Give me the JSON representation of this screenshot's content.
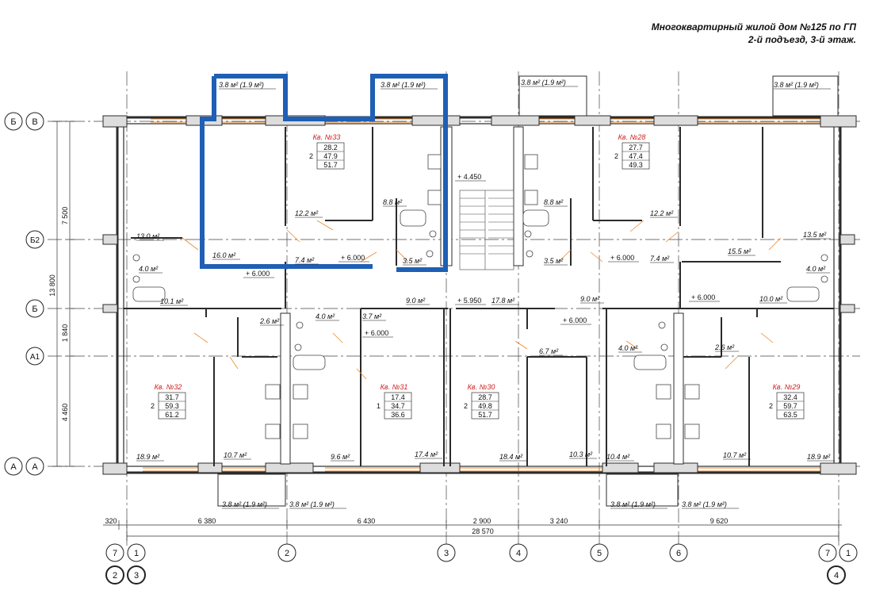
{
  "title": {
    "line1": "Многоквартирный жилой дом №125 по ГП",
    "line2": "2-й подъезд, 3-й этаж."
  },
  "grid_rows": [
    {
      "label": "Б",
      "alt": "В"
    },
    {
      "label": "Б2",
      "alt": ""
    },
    {
      "label": "Б",
      "alt": ""
    },
    {
      "label": "А1",
      "alt": ""
    },
    {
      "label": "А",
      "alt": "А"
    }
  ],
  "row_dims": [
    "7 500",
    "13 800",
    "1 840",
    "4 460"
  ],
  "col_dims": [
    "320",
    "6 380",
    "6 430",
    "2 900",
    "3 240",
    "9 620"
  ],
  "total_dim": "28 570",
  "axes_bottom": [
    {
      "label": "7",
      "sub": "2"
    },
    {
      "label": "1",
      "sub": "3"
    },
    {
      "label": "2",
      "sub": ""
    },
    {
      "label": "3",
      "sub": ""
    },
    {
      "label": "4",
      "sub": ""
    },
    {
      "label": "5",
      "sub": ""
    },
    {
      "label": "6",
      "sub": ""
    },
    {
      "label": "7",
      "sub": ""
    },
    {
      "label": "1",
      "sub": "4"
    }
  ],
  "apartments": [
    {
      "name": "Кв. №33",
      "rooms": "2",
      "values": [
        "28.2",
        "47.9",
        "51.7"
      ]
    },
    {
      "name": "Кв. №28",
      "rooms": "2",
      "values": [
        "27.7",
        "47.4",
        "49.3"
      ]
    },
    {
      "name": "Кв. №32",
      "rooms": "2",
      "values": [
        "31.7",
        "59.3",
        "61.2"
      ]
    },
    {
      "name": "Кв. №31",
      "rooms": "1",
      "values": [
        "17.4",
        "34.7",
        "36.6"
      ]
    },
    {
      "name": "Кв. №30",
      "rooms": "2",
      "values": [
        "28.7",
        "49.8",
        "51.7"
      ]
    },
    {
      "name": "Кв. №29",
      "rooms": "2",
      "values": [
        "32.4",
        "59.7",
        "63.5"
      ]
    }
  ],
  "balconies": [
    "3.8 м² (1.9 м²)",
    "3.8 м² (1.9 м²)",
    "3.8 м² (1.9 м²)",
    "3.8 м² (1.9 м²)",
    "3.8 м² (1.9 м²)",
    "3.8 м² (1.9 м²)",
    "3.8 м² (1.9 м²)",
    "3.8 м² (1.9 м²)"
  ],
  "areas": [
    "13.0 м²",
    "4.0 м²",
    "10.1 м²",
    "16.0 м²",
    "12.2 м²",
    "7.4 м²",
    "8.8 м²",
    "3.5 м²",
    "8.8 м²",
    "3.5 м²",
    "12.2 м²",
    "7.4 м²",
    "15.5 м²",
    "13.5 м²",
    "4.0 м²",
    "10.0 м²",
    "2.6 м²",
    "4.0 м²",
    "3.7 м²",
    "9.0 м²",
    "17.8 м²",
    "9.0 м²",
    "6.7 м²",
    "4.0 м²",
    "2.6 м²",
    "18.9 м²",
    "10.7 м²",
    "9.6 м²",
    "17.4 м²",
    "18.4 м²",
    "10.3 м²",
    "10.4 м²",
    "10.7 м²",
    "18.9 м²"
  ],
  "levels": [
    "+ 6.000",
    "+ 6.000",
    "+ 4.450",
    "+ 5.950",
    "+ 6.000",
    "+ 6.000",
    "+ 6.000",
    "+ 6.000"
  ],
  "colors": {
    "highlight": "#1f5fb5",
    "apt_label": "#d11d1d",
    "wall": "#2b2b2b",
    "window": "#e8892a"
  }
}
